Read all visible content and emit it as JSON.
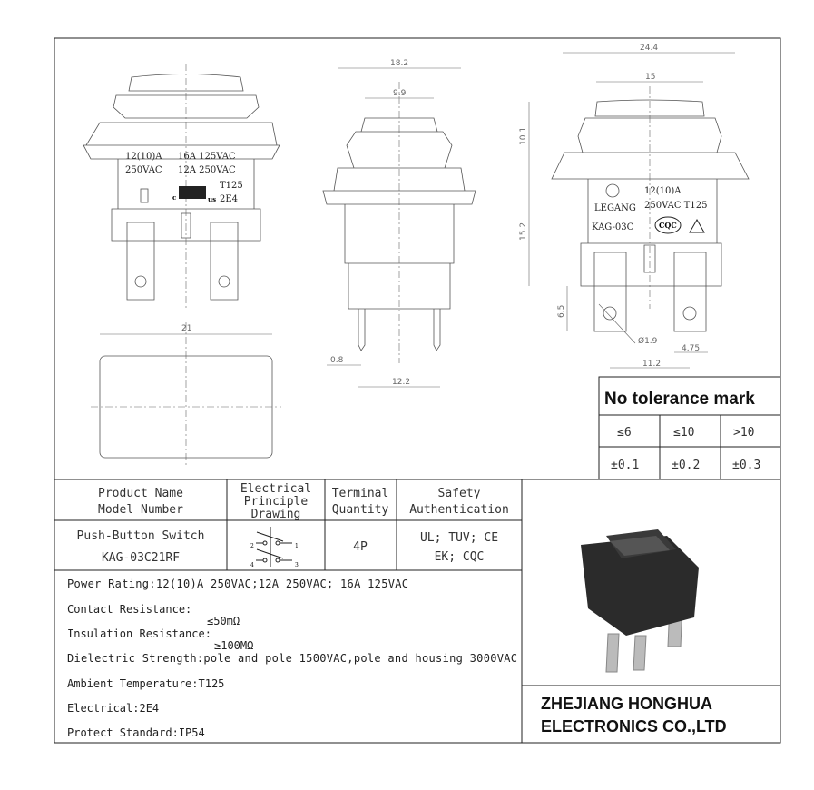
{
  "front_view": {
    "rating1": "12(10)A",
    "rating2": "250VAC",
    "rating3": "16A 125VAC",
    "rating4": "12A 250VAC",
    "temp": "T125",
    "life": "2E4",
    "ul_c": "c",
    "ul_us": "us",
    "width_dim": "21"
  },
  "side_view": {
    "overall": "18.2",
    "cap": "9.9",
    "pin": "0.8",
    "pitch": "12.2"
  },
  "right_view": {
    "overall_w": "24.4",
    "cap_w": "15",
    "cap_h": "10.1",
    "body_h": "15.2",
    "pin_len": "6.5",
    "hole": "Ø1.9",
    "tab_w": "4.75",
    "tab_pitch": "11.2",
    "brand": "LEGANG",
    "model": "KAG-03C",
    "rating1": "12(10)A",
    "rating2": "250VAC T125",
    "cqc": "CQC"
  },
  "tolerance": {
    "title": "No tolerance mark",
    "ranges": [
      "≤6",
      "≤10",
      ">10"
    ],
    "values": [
      "±0.1",
      "±0.2",
      "±0.3"
    ]
  },
  "table": {
    "headers": {
      "name": [
        "Product Name",
        "Model Number"
      ],
      "drawing": [
        "Electrical",
        "Principle",
        "Drawing"
      ],
      "terminal": [
        "Terminal",
        "Quantity"
      ],
      "safety": [
        "Safety",
        "Authentication"
      ]
    },
    "product_name": "Push-Button Switch",
    "model_number": "KAG-03C21RF",
    "terminal_qty": "4P",
    "safety1": "UL; TUV; CE",
    "safety2": "EK; CQC",
    "pins": [
      "2",
      "1",
      "4",
      "3"
    ]
  },
  "specs": {
    "power": "Power Rating:12(10)A 250VAC;12A 250VAC; 16A 125VAC",
    "contact_label": "Contact Resistance:",
    "contact_value": "≤50mΩ",
    "insulation_label": "Insulation Resistance:",
    "insulation_value": "≥100MΩ",
    "dielectric": "Dielectric Strength:pole and pole 1500VAC,pole and housing 3000VAC",
    "ambient": "Ambient Temperature:T125",
    "electrical": "Electrical:2E4",
    "protect": "Protect Standard:IP54"
  },
  "company": {
    "line1": "ZHEJIANG HONGHUA",
    "line2": "ELECTRONICS CO.,LTD"
  }
}
